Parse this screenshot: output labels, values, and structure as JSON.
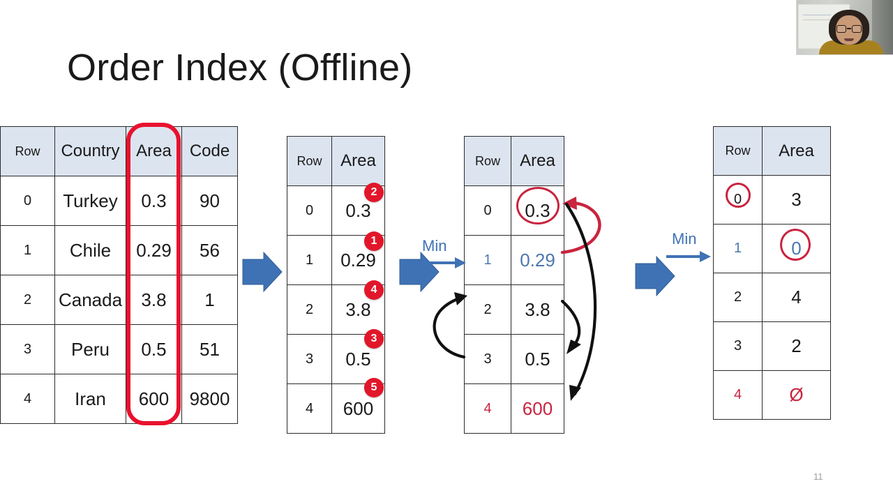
{
  "slide": {
    "title": "Order Index (Offline)",
    "page_number": "11",
    "colors": {
      "header_fill": "#dce4f0",
      "accent_blue": "#3f72b5",
      "accent_red": "#c9243f",
      "badge_red": "#e2162a",
      "highlight_red": "#e8112d",
      "grid_line": "#2b2b2b"
    }
  },
  "webcam": {
    "name": "presenter-webcam-thumbnail"
  },
  "tables": {
    "table1": {
      "name": "source-data-table",
      "headers": [
        "Row",
        "Country",
        "Area",
        "Code"
      ],
      "rows": [
        {
          "row": "0",
          "country": "Turkey",
          "area": "0.3",
          "code": "90"
        },
        {
          "row": "1",
          "country": "Chile",
          "area": "0.29",
          "code": "56"
        },
        {
          "row": "2",
          "country": "Canada",
          "area": "3.8",
          "code": "1"
        },
        {
          "row": "3",
          "country": "Peru",
          "area": "0.5",
          "code": "51"
        },
        {
          "row": "4",
          "country": "Iran",
          "area": "600",
          "code": "9800"
        }
      ],
      "highlighted_column": "Area"
    },
    "table2": {
      "name": "ranked-area-table",
      "headers": [
        "Row",
        "Area"
      ],
      "rows": [
        {
          "row": "0",
          "area": "0.3",
          "rank": "2"
        },
        {
          "row": "1",
          "area": "0.29",
          "rank": "1"
        },
        {
          "row": "2",
          "area": "3.8",
          "rank": "4"
        },
        {
          "row": "3",
          "area": "0.5",
          "rank": "3"
        },
        {
          "row": "4",
          "area": "600",
          "rank": "5"
        }
      ]
    },
    "table3": {
      "name": "min-selection-table",
      "headers": [
        "Row",
        "Area"
      ],
      "rows": [
        {
          "row": "0",
          "area": "0.3",
          "row_color": "black",
          "area_color": "black",
          "circled": true
        },
        {
          "row": "1",
          "area": "0.29",
          "row_color": "blue",
          "area_color": "blue",
          "circled": false
        },
        {
          "row": "2",
          "area": "3.8",
          "row_color": "black",
          "area_color": "black",
          "circled": false
        },
        {
          "row": "3",
          "area": "0.5",
          "row_color": "black",
          "area_color": "black",
          "circled": false
        },
        {
          "row": "4",
          "area": "600",
          "row_color": "red",
          "area_color": "red",
          "circled": false
        }
      ]
    },
    "table4": {
      "name": "order-index-table",
      "headers": [
        "Row",
        "Area"
      ],
      "rows": [
        {
          "row": "0",
          "area": "3",
          "row_color": "black",
          "area_color": "black",
          "row_circled": true,
          "area_circled": false
        },
        {
          "row": "1",
          "area": "0",
          "row_color": "blue",
          "area_color": "blue",
          "row_circled": false,
          "area_circled": true
        },
        {
          "row": "2",
          "area": "4",
          "row_color": "black",
          "area_color": "black",
          "row_circled": false,
          "area_circled": false
        },
        {
          "row": "3",
          "area": "2",
          "row_color": "black",
          "area_color": "black",
          "row_circled": false,
          "area_circled": false
        },
        {
          "row": "4",
          "area": "Ø",
          "row_color": "red",
          "area_color": "red",
          "row_circled": false,
          "area_circled": false
        }
      ]
    }
  },
  "arrows": {
    "block_arrows": [
      {
        "name": "block-arrow-1",
        "label": ""
      },
      {
        "name": "block-arrow-2",
        "label": ""
      },
      {
        "name": "block-arrow-3",
        "label": ""
      }
    ],
    "min_labels": [
      {
        "name": "min-label-1",
        "text": "Min"
      },
      {
        "name": "min-label-2",
        "text": "Min"
      }
    ]
  }
}
